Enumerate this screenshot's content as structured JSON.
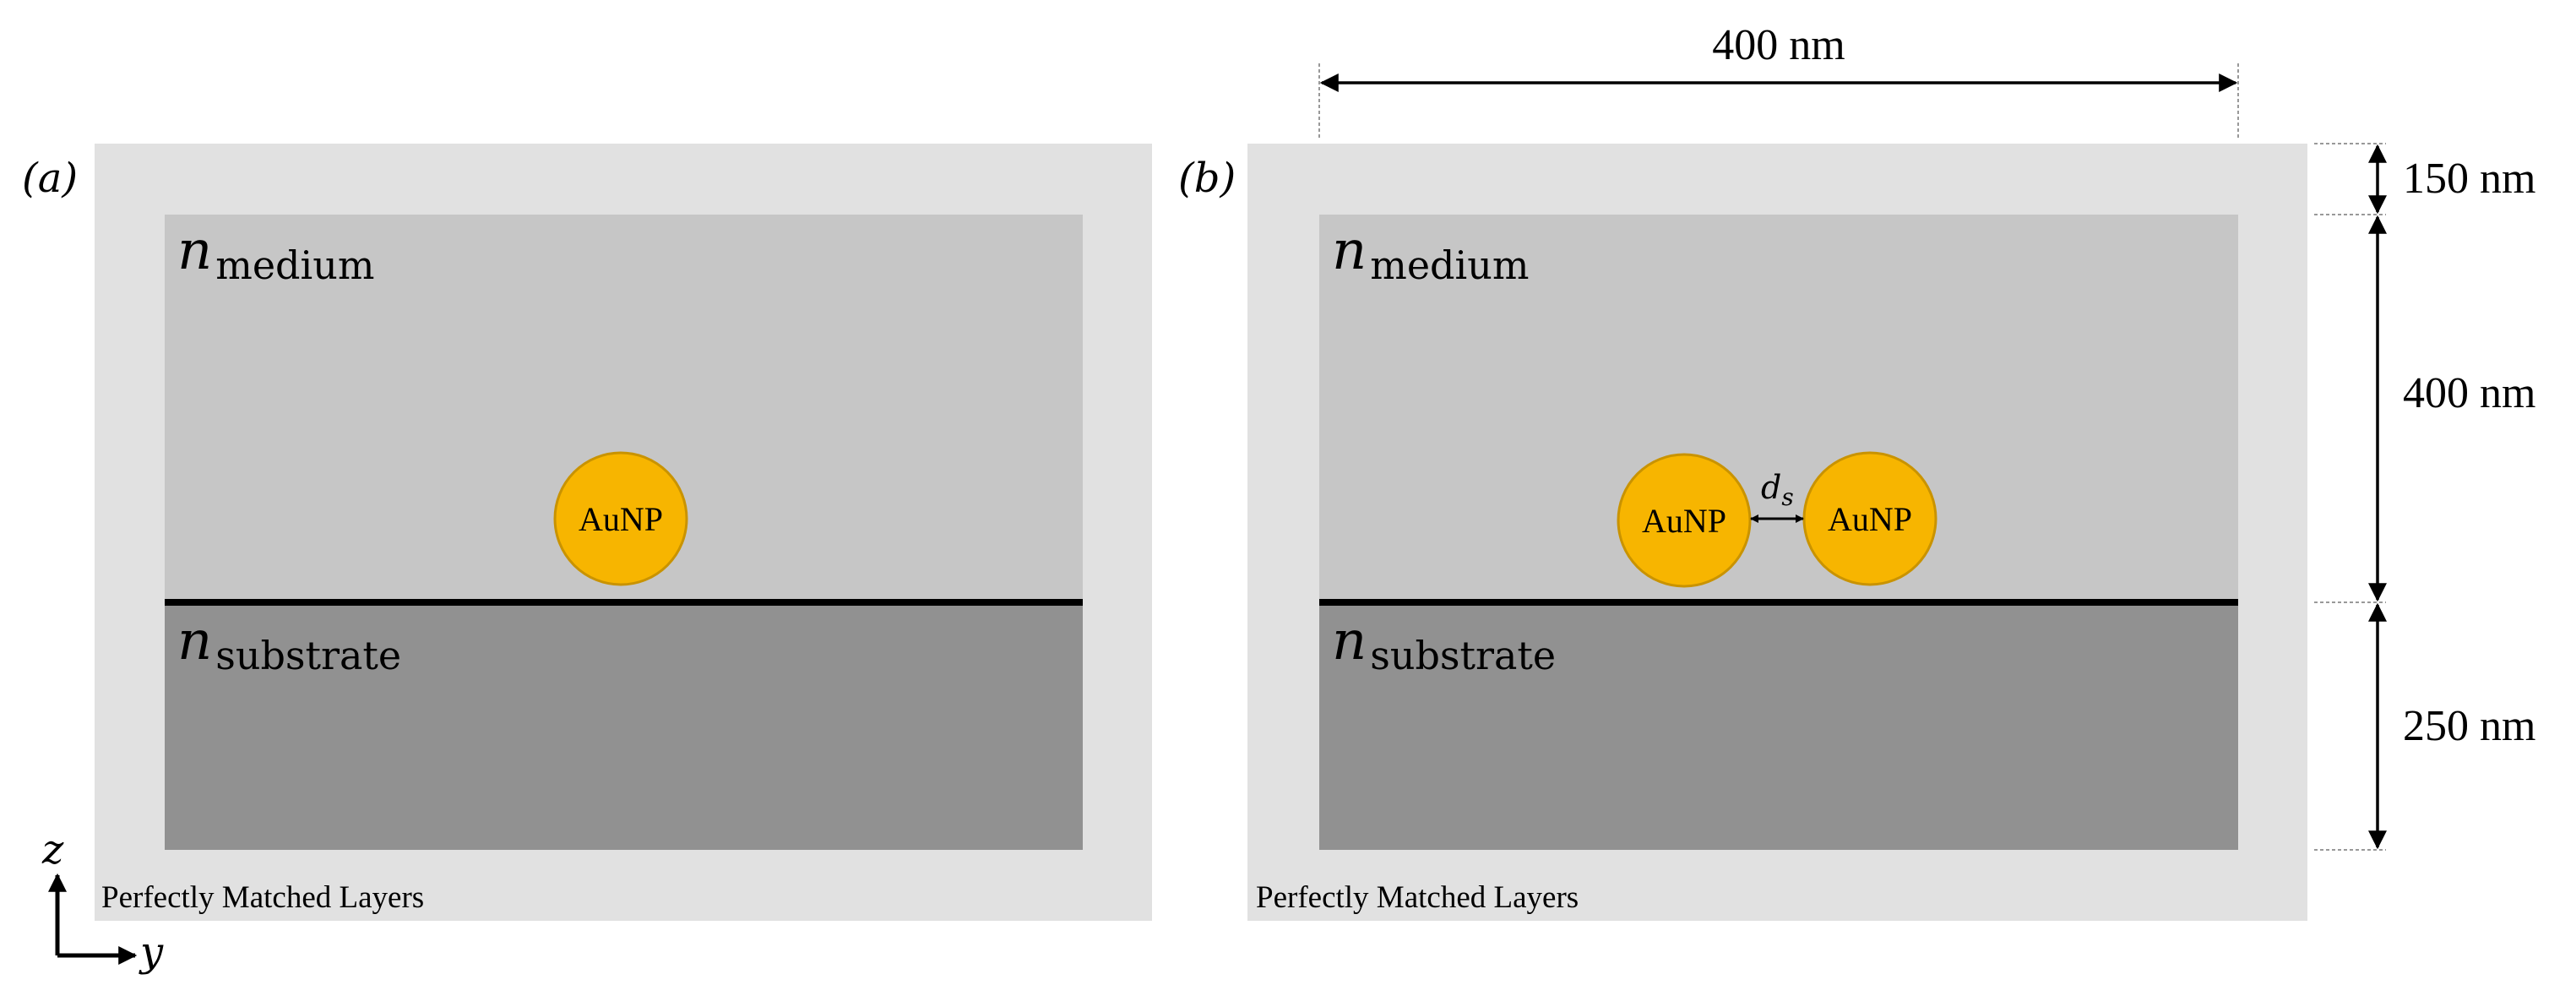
{
  "panels": [
    {
      "label": "(a)",
      "medium": {
        "symbol": "n",
        "subscript": "medium"
      },
      "substrate": {
        "symbol": "n",
        "subscript": "substrate"
      },
      "particles": [
        "AuNP"
      ],
      "pml_label": "Perfectly Matched Layers"
    },
    {
      "label": "(b)",
      "medium": {
        "symbol": "n",
        "subscript": "medium"
      },
      "substrate": {
        "symbol": "n",
        "subscript": "substrate"
      },
      "particles": [
        "AuNP",
        "AuNP"
      ],
      "gap_label": {
        "symbol": "d",
        "subscript": "s"
      },
      "pml_label": "Perfectly Matched Layers"
    }
  ],
  "dimensions": {
    "width": "400 nm",
    "pml_thickness": "150 nm",
    "medium_height": "400 nm",
    "substrate_height": "250 nm"
  },
  "axes": {
    "vertical": "z",
    "horizontal": "y"
  },
  "colors": {
    "pml": "#e1e1e1",
    "medium": "#c6c6c6",
    "substrate": "#919191",
    "interface": "#000000",
    "particle_fill": "#f7b500",
    "particle_stroke": "#c99300"
  }
}
